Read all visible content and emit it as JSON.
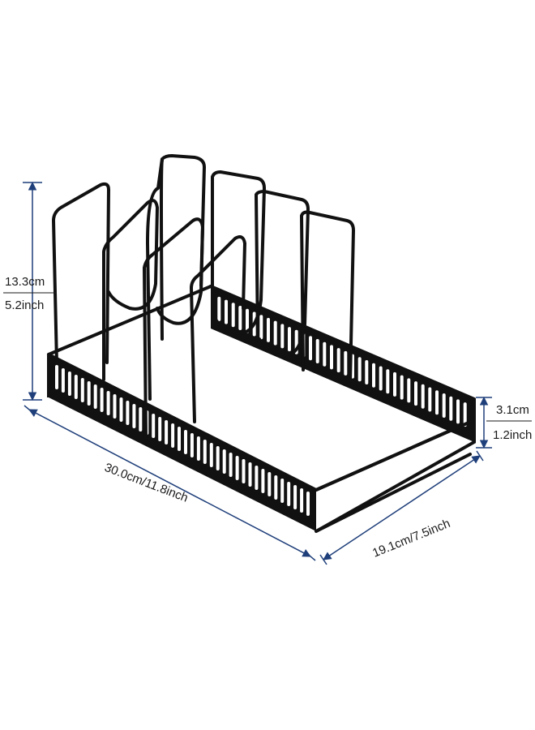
{
  "product": {
    "name": "pan-organizer-rack"
  },
  "dimensions": {
    "height": {
      "cm": "13.3cm",
      "inch": "5.2inch"
    },
    "base_height": {
      "cm": "3.1cm",
      "inch": "1.2inch"
    },
    "length": {
      "label": "30.0cm/11.8inch"
    },
    "width": {
      "label": "19.1cm/7.5inch"
    }
  },
  "colors": {
    "rack": "#111111",
    "dimension_line": "#1f3f7a",
    "text": "#1a1a1a",
    "background": "#ffffff"
  }
}
